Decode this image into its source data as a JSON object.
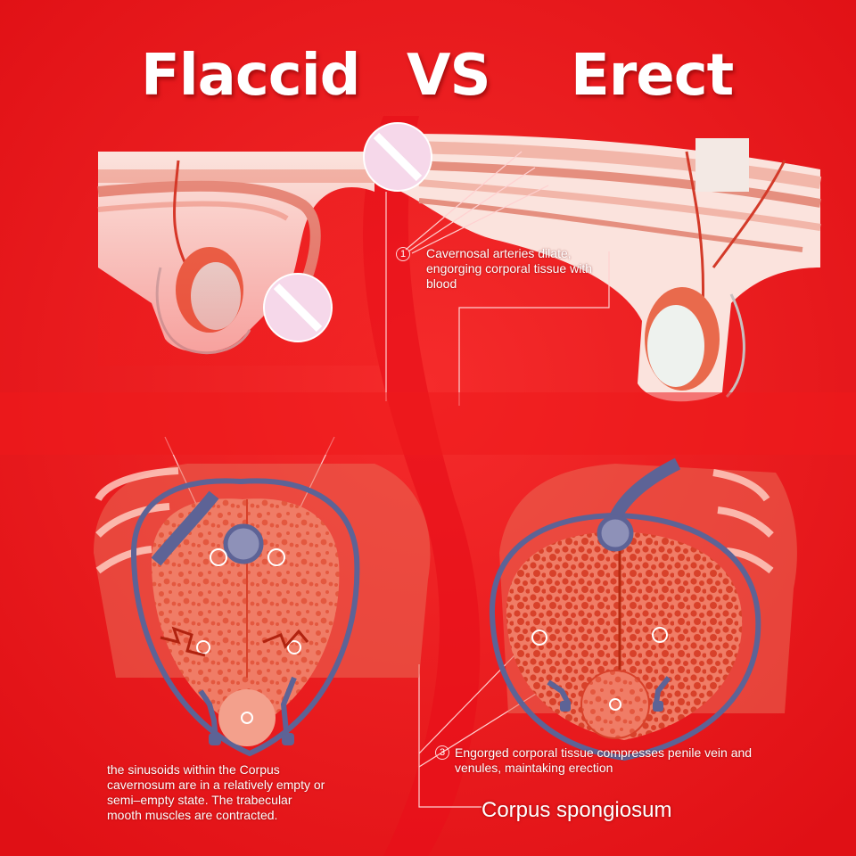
{
  "title": {
    "left": "Flaccid",
    "middle": "VS",
    "right": "Erect"
  },
  "annotations": {
    "step1_number": "1",
    "step1_text": "Cavernosal arteries dilate, engorging corporal tissue with blood",
    "flaccid_text": "the sinusoids within the Corpus cavernosum are in a relatively empty or semi–empty state. The trabecular mooth muscles are contracted.",
    "step3_number": "3",
    "step3_text": "Engorged corporal tissue compresses penile vein and venules, maintaking erection",
    "corpus_label": "Corpus spongiosum"
  },
  "colors": {
    "background": "#ee1a1c",
    "tissue": "#f07c66",
    "tissue_dark": "#d8462f",
    "vein": "#6a6f9c",
    "skin": "#fbe3dd",
    "censor": "#f6d8ea"
  }
}
